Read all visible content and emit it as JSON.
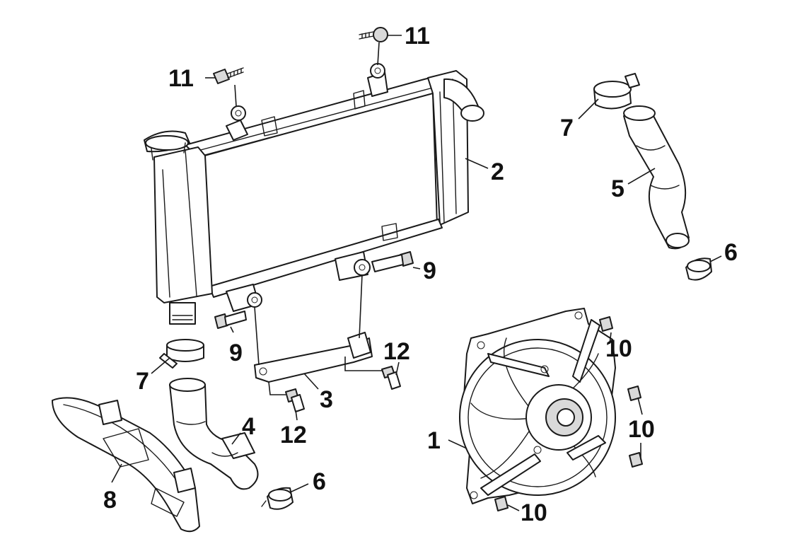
{
  "callouts": {
    "c1": "1",
    "c2": "2",
    "c3": "3",
    "c4": "4",
    "c5": "5",
    "c6a": "6",
    "c6b": "6",
    "c7a": "7",
    "c7b": "7",
    "c8": "8",
    "c9a": "9",
    "c9b": "9",
    "c10a": "10",
    "c10b": "10",
    "c10c": "10",
    "c11a": "11",
    "c11b": "11",
    "c12a": "12",
    "c12b": "12"
  }
}
